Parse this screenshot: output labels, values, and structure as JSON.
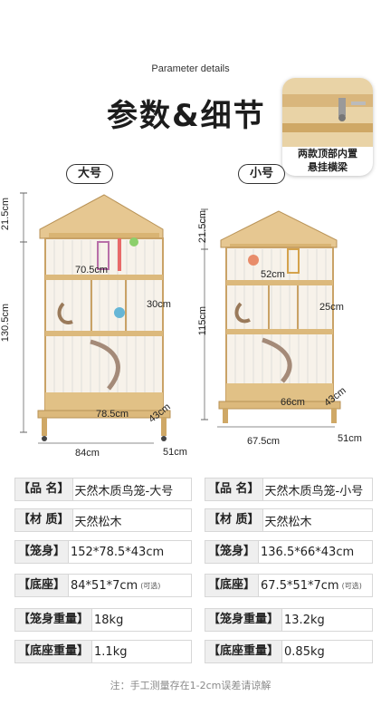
{
  "header": {
    "subtitle": "Parameter details",
    "title": "参数&细节"
  },
  "callout": {
    "line1": "两款顶部内置",
    "line2": "悬挂横梁"
  },
  "large": {
    "badge": "大号",
    "roof_height": "21.5cm",
    "body_height": "130.5cm",
    "inner_width": "70.5cm",
    "door_height": "30cm",
    "body_width": "78.5cm",
    "depth": "43cm",
    "base_width": "84cm",
    "base_depth": "51cm"
  },
  "small": {
    "badge": "小号",
    "roof_height": "21.5cm",
    "body_height": "115cm",
    "inner_width": "52cm",
    "door_height": "25cm",
    "body_width": "66cm",
    "depth": "43cm",
    "base_width": "67.5cm",
    "base_depth": "51cm"
  },
  "specs": {
    "left": [
      {
        "label": "【品 名】",
        "value": "天然木质鸟笼-大号",
        "optional": ""
      },
      {
        "label": "【材 质】",
        "value": "天然松木",
        "optional": ""
      },
      {
        "label": "【笼身】",
        "value": "152*78.5*43cm",
        "optional": ""
      },
      {
        "label": "【底座】",
        "value": "84*51*7cm",
        "optional": "(可选)"
      },
      {
        "label": "【笼身重量】",
        "value": "18kg",
        "optional": ""
      },
      {
        "label": "【底座重量】",
        "value": "1.1kg",
        "optional": ""
      }
    ],
    "right": [
      {
        "label": "【品 名】",
        "value": "天然木质鸟笼-小号",
        "optional": ""
      },
      {
        "label": "【材 质】",
        "value": "天然松木",
        "optional": ""
      },
      {
        "label": "【笼身】",
        "value": "136.5*66*43cm",
        "optional": ""
      },
      {
        "label": "【底座】",
        "value": "67.5*51*7cm",
        "optional": "(可选)"
      },
      {
        "label": "【笼身重量】",
        "value": "13.2kg",
        "optional": ""
      },
      {
        "label": "【底座重量】",
        "value": "0.85kg",
        "optional": ""
      }
    ]
  },
  "footer": {
    "note": "注：手工测量存在1-2cm误差请谅解"
  }
}
